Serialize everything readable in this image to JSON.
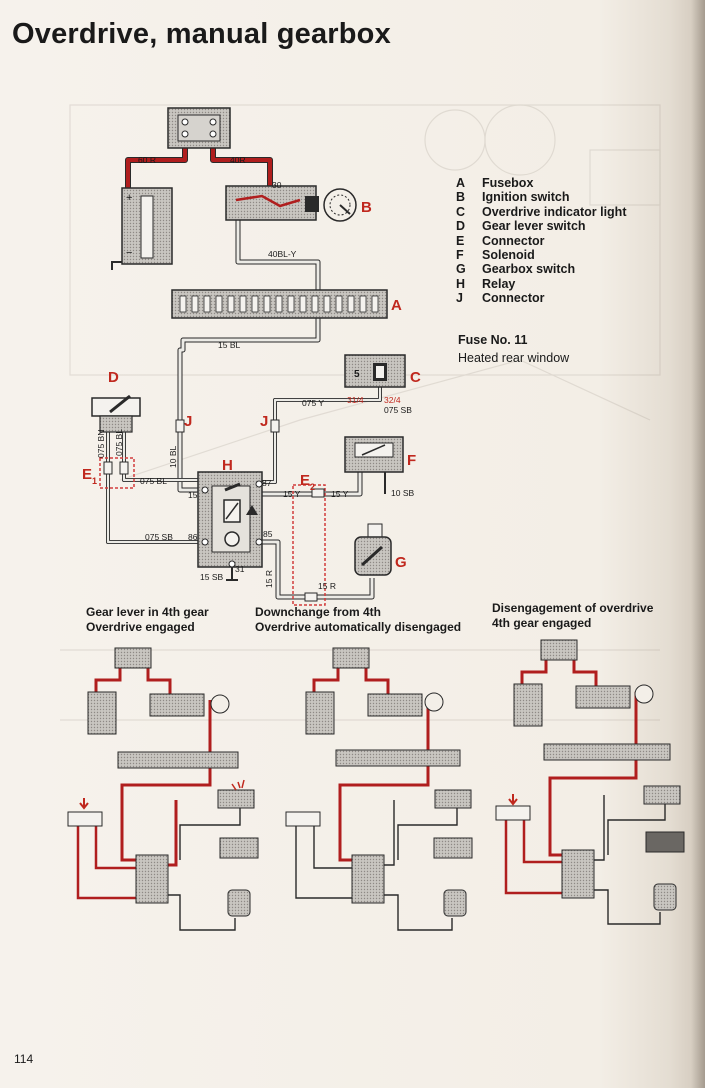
{
  "title": "Overdrive, manual gearbox",
  "legend": [
    {
      "key": "A",
      "label": "Fusebox"
    },
    {
      "key": "B",
      "label": "Ignition switch"
    },
    {
      "key": "C",
      "label": "Overdrive indicator light"
    },
    {
      "key": "D",
      "label": "Gear lever switch"
    },
    {
      "key": "E",
      "label": "Connector"
    },
    {
      "key": "F",
      "label": "Solenoid"
    },
    {
      "key": "G",
      "label": "Gearbox switch"
    },
    {
      "key": "H",
      "label": "Relay"
    },
    {
      "key": "J",
      "label": "Connector"
    }
  ],
  "fuse": {
    "title": "Fuse No. 11",
    "text": "Heated rear window"
  },
  "component_labels": {
    "A": "A",
    "B": "B",
    "C": "C",
    "D": "D",
    "E1": "E",
    "E1_sub": "1",
    "E2": "E",
    "E2_sub": "2",
    "F": "F",
    "G": "G",
    "H": "H",
    "J": "J"
  },
  "wire_labels": {
    "w60r": "60 R",
    "w40r": "40R",
    "w30": "30",
    "w40bly": "40BL-Y",
    "w15bl": "15 BL",
    "w10bl": "10 BL",
    "w075y": "075 Y",
    "w314": "31/4",
    "w324": "32/4",
    "w075sb_c": "075 SB",
    "w075bl": "075 BL",
    "w075bl_d": "075 BL",
    "w075bn": "075 BN",
    "w15": "15",
    "w87": "87",
    "w15y_a": "15 Y",
    "w15y_b": "15 Y",
    "w10sb": "10 SB",
    "w075sb_l": "075 SB",
    "w86": "86",
    "w85": "85",
    "w15sb": "15 SB",
    "w31": "31",
    "w15r": "15 R",
    "w15r_b": "15 R",
    "batt_plus": "+",
    "batt_minus": "−",
    "c_num": "5"
  },
  "captions": {
    "left": "Gear lever in 4th gear\nOverdrive engaged",
    "middle": "Downchange from 4th\nOverdrive automatically disengaged",
    "right": "Disengagement of overdrive\n4th gear engaged"
  },
  "page_number": "114",
  "colors": {
    "wire_red": "#b01e1e",
    "label_red": "#c0281e",
    "wire_gray": "#ecebe6",
    "wire_outline": "#2a2a2a",
    "component_gray": "#bdbab4",
    "connector_dash": "#d23c3c"
  }
}
